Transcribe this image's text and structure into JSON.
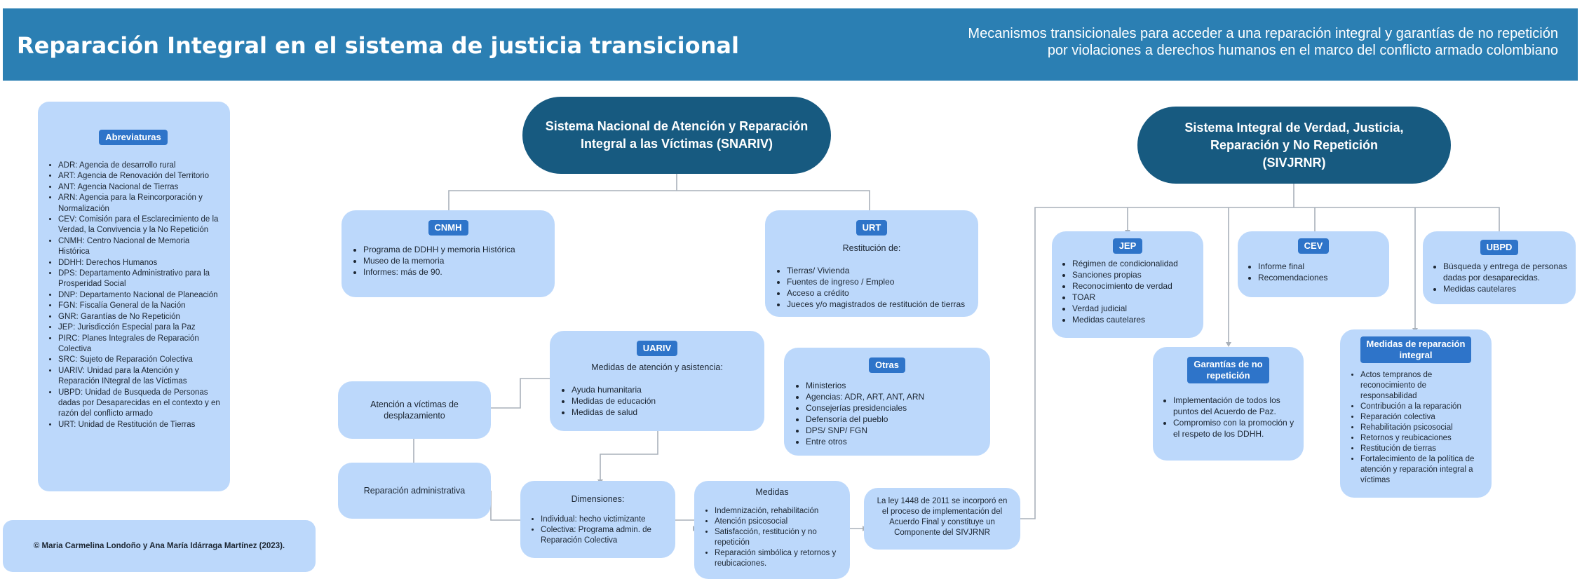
{
  "header": {
    "title": "Reparación Integral en el sistema de justicia transicional",
    "subtitle_line1": "Mecanismos transicionales para acceder a una reparación integral y garantías de no repetición",
    "subtitle_line2": "por violaciones a derechos humanos en el marco del conflicto armado colombiano"
  },
  "abbreviations": {
    "title": "Abreviaturas",
    "items": [
      "ADR: Agencia de desarrollo rural",
      "ART: Agencia de Renovación del Territorio",
      "ANT: Agencia Nacional de Tierras",
      "ARN: Agencia para la Reincorporación y Normalización",
      "CEV: Comisión para el Esclarecimiento de la Verdad, la Convivencia y la No Repetición",
      "CNMH: Centro Nacional de Memoria Histórica",
      "DDHH: Derechos Humanos",
      "DPS: Departamento Administrativo para la Prosperidad Social",
      "DNP: Departamento Nacional de Planeación",
      "FGN: Fiscalía General de la Nación",
      "GNR: Garantías de No Repetición",
      "JEP: Jurisdicción Especial para la Paz",
      "PIRC: Planes Integrales de Reparación Colectiva",
      "SRC: Sujeto de Reparación Colectiva",
      "UARIV: Unidad para la Atención y Reparación INtegral de las Víctimas",
      "UBPD: Unidad de Busqueda de Personas dadas por Desaparecidas en el contexto y en razón del conflicto armado",
      "URT: Unidad de Restitución de Tierras"
    ]
  },
  "credit": "© Maria Carmelina Londoño y Ana María Idárraga Martínez (2023).",
  "snariv": {
    "line1": "Sistema Nacional de Atención y Reparación",
    "line2": "Integral a las Víctimas (SNARIV)"
  },
  "sivjrnr": {
    "line1": "Sistema Integral de Verdad, Justicia,",
    "line2": "Reparación y No Repetición",
    "line3": "(SIVJRNR)"
  },
  "cnmh": {
    "tag": "CNMH",
    "items": [
      "Programa de DDHH y memoria Histórica",
      "Museo de la memoria",
      "Informes: más de 90."
    ]
  },
  "urt": {
    "tag": "URT",
    "intro": "Restitución de:",
    "items": [
      "Tierras/ Vivienda",
      "Fuentes de ingreso / Empleo",
      "Acceso a crédito",
      "Jueces y/o magistrados de restitución de tierras"
    ]
  },
  "uariv": {
    "tag": "UARIV",
    "intro": "Medidas de atención y asistencia:",
    "items": [
      "Ayuda humanitaria",
      "Medidas de educación",
      "Medidas de salud"
    ]
  },
  "otras": {
    "tag": "Otras",
    "items": [
      "Ministerios",
      "Agencias: ADR, ART, ANT, ARN",
      "Consejerías presidenciales",
      "Defensoría del pueblo",
      "DPS/ SNP/ FGN",
      "Entre otros"
    ]
  },
  "atencion": {
    "line1": "Atención a víctimas de",
    "line2": "desplazamiento"
  },
  "reparacion_admin": "Reparación administrativa",
  "dimensiones": {
    "title": "Dimensiones:",
    "items": [
      "Individual: hecho victimizante",
      "Colectiva: Programa admin. de Reparación Colectiva"
    ]
  },
  "medidas": {
    "title": "Medidas",
    "items": [
      "Indemnización, rehabilitación",
      "Atención psicosocial",
      "Satisfacción, restitución y no repetición",
      "Reparación simbólica y retornos y reubicaciones."
    ]
  },
  "ley": {
    "text": "La ley 1448 de 2011 se incorporó en el proceso de implementación del Acuerdo Final y constituye un Componente del SIVJRNR"
  },
  "jep": {
    "tag": "JEP",
    "items": [
      "Régimen de condicionalidad",
      "Sanciones propias",
      "Reconocimiento de verdad",
      "TOAR",
      "Verdad judicial",
      "Medidas cautelares"
    ]
  },
  "cev": {
    "tag": "CEV",
    "items": [
      "Informe final",
      "Recomendaciones"
    ]
  },
  "ubpd": {
    "tag": "UBPD",
    "items": [
      "Búsqueda y entrega de personas dadas por desaparecidas.",
      "Medidas cautelares"
    ]
  },
  "garantias": {
    "tag_line1": "Garantías de no",
    "tag_line2": "repetición",
    "items": [
      "Implementación de todos los puntos del Acuerdo de Paz.",
      "Compromiso con la promoción y el respeto de los DDHH."
    ]
  },
  "medidas_rep": {
    "tag_line1": "Medidas de reparación",
    "tag_line2": "integral",
    "items": [
      "Actos tempranos de reconocimiento de responsabilidad",
      "Contribución a la reparación",
      "Reparación colectiva",
      "Rehabilitación psicosocial",
      "Retornos y reubicaciones",
      "Restitución de tierras",
      "Fortalecimiento de la política de atención y reparación integral a víctimas"
    ]
  },
  "colors": {
    "header": "#2b7fb3",
    "oval": "#175a80",
    "box": "#bcd8fb",
    "tag": "#2e74c9",
    "line": "#a9b1ba"
  }
}
